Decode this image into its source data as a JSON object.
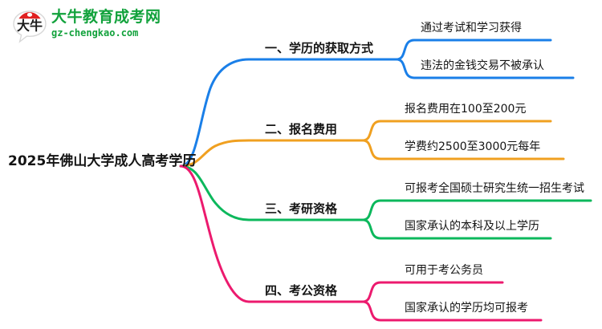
{
  "logo": {
    "icon": "speech-bubble-logo-icon",
    "mark_text": "大牛",
    "title": "大牛教育成考网",
    "url": "gz-chengkao.com",
    "brand_color": "#12a23c",
    "mark_accent_color": "#e02020"
  },
  "mindmap": {
    "root": {
      "label": "2025年佛山大学成人高考学历"
    },
    "branches": [
      {
        "label": "一、学历的获取方式",
        "color": "#1a7fe8",
        "children": [
          {
            "label": "通过考试和学习获得"
          },
          {
            "label": "违法的金钱交易不被承认"
          }
        ]
      },
      {
        "label": "二、报名费用",
        "color": "#f0a020",
        "children": [
          {
            "label": "报名费用在100至200元"
          },
          {
            "label": "学费约2500至3000元每年"
          }
        ]
      },
      {
        "label": "三、考研资格",
        "color": "#0cb85c",
        "children": [
          {
            "label": "可报考全国硕士研究生统一招生考试"
          },
          {
            "label": "国家承认的本科及以上学历"
          }
        ]
      },
      {
        "label": "四、考公资格",
        "color": "#ec1a6e",
        "children": [
          {
            "label": "可用于考公务员"
          },
          {
            "label": "国家承认的学历均可报考"
          }
        ]
      }
    ]
  }
}
